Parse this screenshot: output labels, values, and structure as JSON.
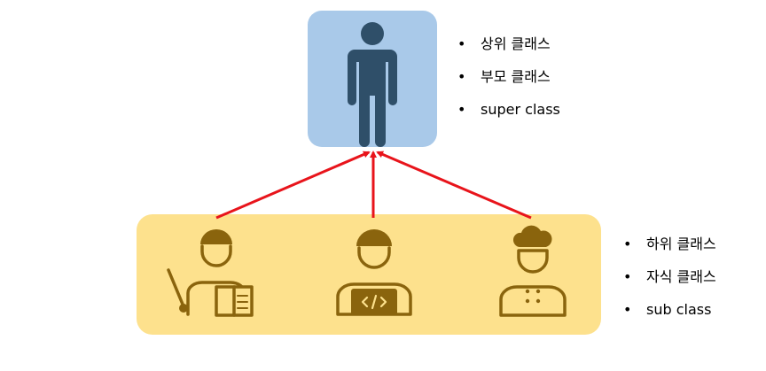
{
  "parent": {
    "icon": "person-icon",
    "color": "#2f4f69",
    "bullets": [
      "상위 클래스",
      "부모 클래스",
      "super class"
    ]
  },
  "children": {
    "icons": [
      "teacher-icon",
      "developer-icon",
      "chef-icon"
    ],
    "color": "#8a640d",
    "bullets": [
      "하위 클래스",
      "자식 클래스",
      "sub class"
    ]
  },
  "arrow_color": "#e8141b"
}
